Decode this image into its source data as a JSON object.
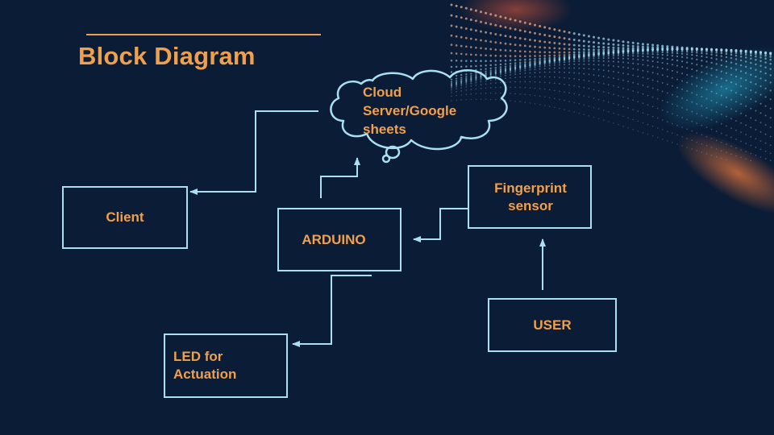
{
  "slide": {
    "title": "Block Diagram"
  },
  "colors": {
    "background": "#0b1c36",
    "accent": "#f0a04b",
    "line": "#a9dff0"
  },
  "nodes": {
    "cloud": {
      "label": "Cloud\nServer/Google\nsheets",
      "shape": "cloud"
    },
    "client": {
      "label": "Client",
      "shape": "rectangle"
    },
    "arduino": {
      "label": "ARDUINO",
      "shape": "rectangle"
    },
    "fingerprint": {
      "label": "Fingerprint\nsensor",
      "shape": "rectangle"
    },
    "led": {
      "label": "LED for\nActuation",
      "shape": "rectangle"
    },
    "user": {
      "label": "USER",
      "shape": "rectangle"
    }
  },
  "edges": [
    {
      "from": "cloud",
      "to": "client"
    },
    {
      "from": "arduino",
      "to": "cloud"
    },
    {
      "from": "fingerprint",
      "to": "arduino"
    },
    {
      "from": "arduino",
      "to": "led"
    },
    {
      "from": "user",
      "to": "fingerprint"
    }
  ]
}
